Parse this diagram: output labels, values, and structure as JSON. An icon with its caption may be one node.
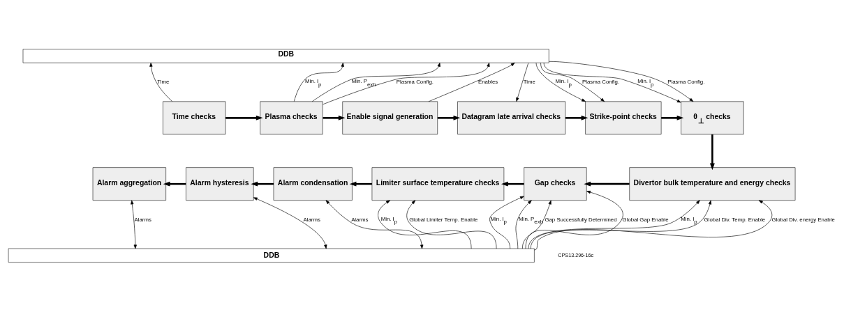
{
  "diagram": {
    "nodes": [
      {
        "text": [
          "DDB"
        ]
      },
      {
        "text": [
          "Time checks"
        ]
      },
      {
        "text": [
          "Plasma checks"
        ]
      },
      {
        "text": [
          "Enable signal generation"
        ]
      },
      {
        "text": [
          "Datagram late arrival checks"
        ]
      },
      {
        "text": [
          "Strike-point checks"
        ]
      },
      {
        "text": [
          "θ$_{⊥}$ checks"
        ]
      },
      {
        "text": [
          "Alarm aggregation"
        ]
      },
      {
        "text": [
          "Alarm hysteresis"
        ]
      },
      {
        "text": [
          "Alarm condensation"
        ]
      },
      {
        "text": [
          "Limiter surface temperature checks"
        ]
      },
      {
        "text": [
          "Gap checks"
        ]
      },
      {
        "text": [
          "Divertor bulk temperature and energy checks"
        ]
      },
      {
        "text": [
          "DDB"
        ]
      }
    ],
    "edges": [
      {
        "from": 1,
        "to": 2,
        "arrow": "to",
        "style": "thick"
      },
      {
        "from": 2,
        "to": 3,
        "arrow": "to",
        "style": "thick"
      },
      {
        "from": 3,
        "to": 4,
        "arrow": "to",
        "style": "thick"
      },
      {
        "from": 4,
        "to": 5,
        "arrow": "to",
        "style": "thick"
      },
      {
        "from": 5,
        "to": 6,
        "arrow": "to",
        "style": "thick"
      },
      {
        "from": 6,
        "to": 12,
        "arrow": "to",
        "style": "thick"
      },
      {
        "from": 12,
        "to": 11,
        "arrow": "to",
        "style": "thick"
      },
      {
        "from": 11,
        "to": 10,
        "arrow": "to",
        "style": "thick"
      },
      {
        "from": 10,
        "to": 9,
        "arrow": "to",
        "style": "thick"
      },
      {
        "from": 9,
        "to": 8,
        "arrow": "to",
        "style": "thick"
      },
      {
        "from": 8,
        "to": 7,
        "arrow": "to",
        "style": "thick"
      },
      {
        "from": 1,
        "to": 0,
        "arrow": "to",
        "label": "Time"
      },
      {
        "from": 2,
        "to": 0,
        "arrow": "to",
        "label": "Min. I$_{p}$"
      },
      {
        "from": 2,
        "to": 0,
        "arrow": "to",
        "label": "Min. P$_{exh}$"
      },
      {
        "from": 2,
        "to": 0,
        "arrow": "to",
        "label": "Plasma Config."
      },
      {
        "from": 3,
        "to": 0,
        "arrow": "to",
        "label": "Enables"
      },
      {
        "from": 0,
        "to": 4,
        "arrow": "to",
        "label": "Time"
      },
      {
        "from": 0,
        "to": 5,
        "arrow": "to",
        "label": "Min. I$_{p}$"
      },
      {
        "from": 0,
        "to": 5,
        "arrow": "to",
        "label": "Plasma Config."
      },
      {
        "from": 0,
        "to": 6,
        "arrow": "to",
        "label": "Min. I$_{p}$"
      },
      {
        "from": 0,
        "to": 6,
        "arrow": "to",
        "label": "Plasma Config."
      },
      {
        "from": 7,
        "to": 13,
        "arrow": "both",
        "label": "Alarms"
      },
      {
        "from": 8,
        "to": 13,
        "arrow": "both",
        "label": "Alarms"
      },
      {
        "from": 9,
        "to": 13,
        "arrow": "both",
        "label": "Alarms"
      },
      {
        "from": 13,
        "to": 10,
        "arrow": "to",
        "label": "Min. I$_{p}$"
      },
      {
        "from": 13,
        "to": 10,
        "arrow": "to",
        "label": "Global Limiter Temp. Enable"
      },
      {
        "from": 13,
        "to": 11,
        "arrow": "to",
        "label": "Min. I$_{p}$"
      },
      {
        "from": 13,
        "to": 11,
        "arrow": "to",
        "label": "Min. P$_{exh}$"
      },
      {
        "from": 13,
        "to": 11,
        "arrow": "to",
        "label": "Gap Successfully Determined"
      },
      {
        "from": 13,
        "to": 11,
        "arrow": "to",
        "label": "Global Gap Enable"
      },
      {
        "from": 13,
        "to": 12,
        "arrow": "to",
        "label": "Min. I$_{p}$"
      },
      {
        "from": 13,
        "to": 12,
        "arrow": "to",
        "label": "Global Div. Temp. Enable"
      },
      {
        "from": 13,
        "to": 12,
        "arrow": "to",
        "label": "Global Div. energy Enable"
      }
    ],
    "labels": [
      "CPS13.296-16c"
    ]
  }
}
